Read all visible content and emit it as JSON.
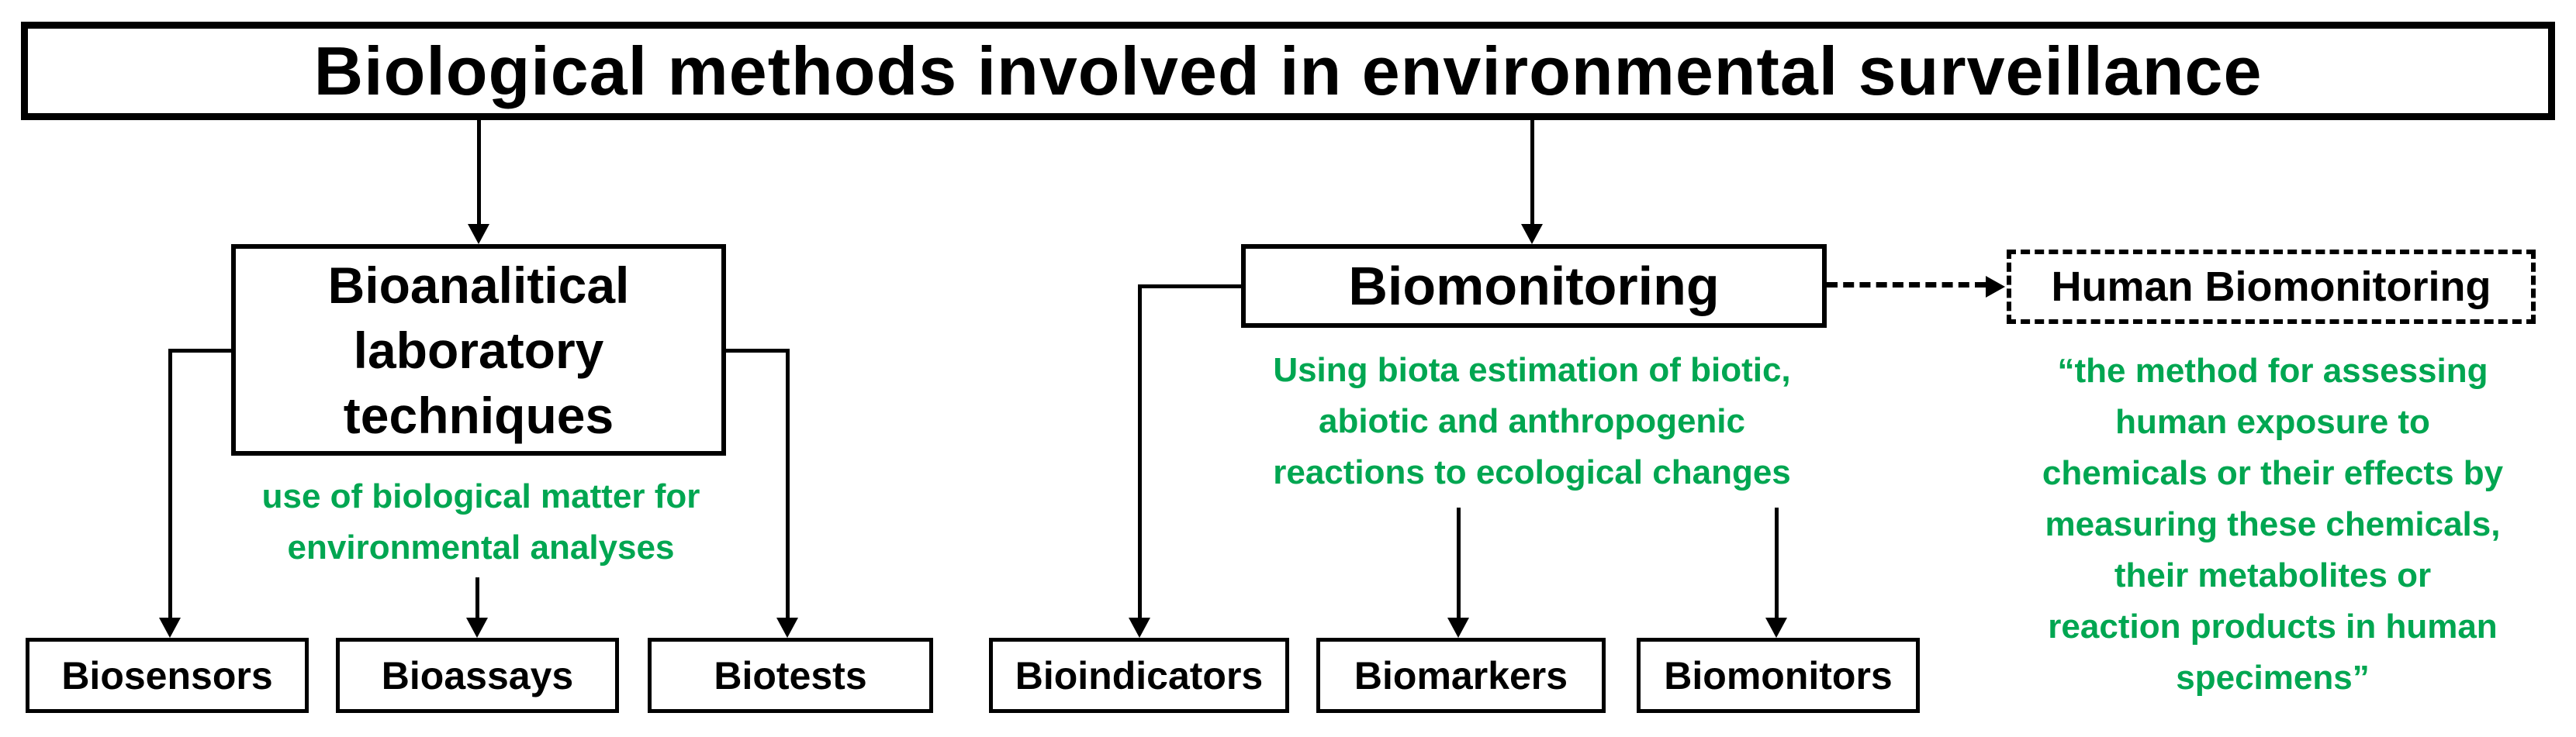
{
  "title": "Biological methods involved in environmental surveillance",
  "colors": {
    "accent_green": "#00A651",
    "line_black": "#000000"
  },
  "bioanalytical": {
    "label_lines": [
      "Bioanalitical",
      "laboratory",
      "techniques"
    ],
    "description_lines": [
      "use of biological matter for",
      "environmental analyses"
    ],
    "children": [
      "Biosensors",
      "Bioassays",
      "Biotests"
    ]
  },
  "biomonitoring": {
    "label": "Biomonitoring",
    "description_lines": [
      "Using biota estimation of biotic,",
      "abiotic and anthropogenic",
      "reactions to ecological changes"
    ],
    "children": [
      "Bioindicators",
      "Biomarkers",
      "Biomonitors"
    ]
  },
  "human_biomonitoring": {
    "label": "Human Biomonitoring",
    "definition_lines": [
      "“the method for assessing",
      "human exposure to",
      "chemicals or their effects by",
      "measuring these chemicals,",
      "their metabolites or",
      "reaction products in human",
      "specimens”"
    ]
  }
}
